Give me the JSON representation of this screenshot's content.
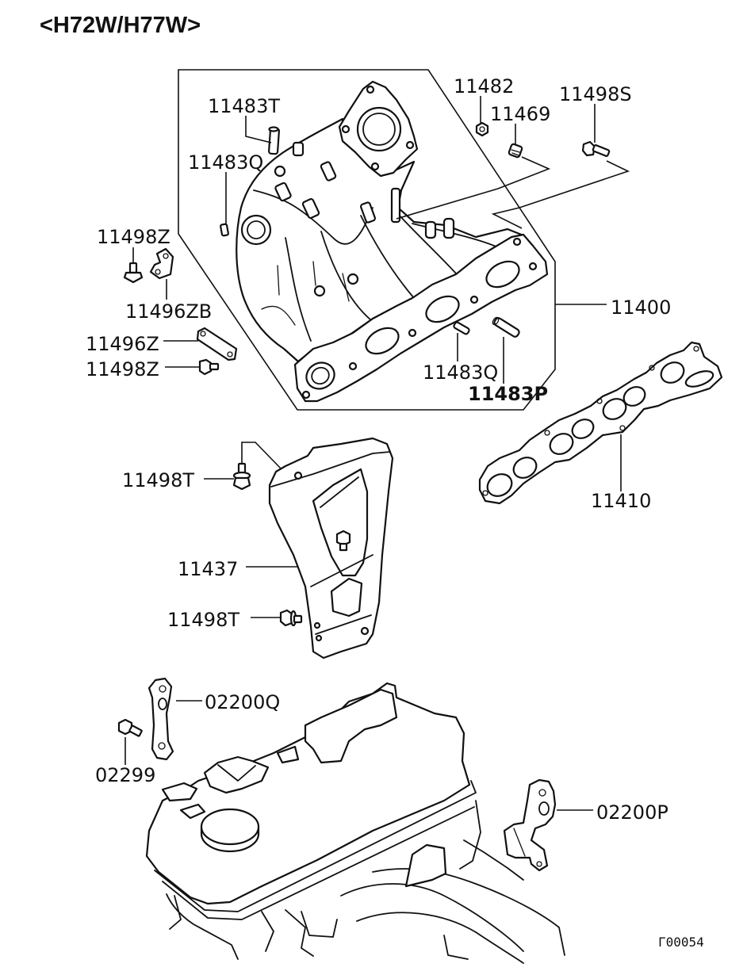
{
  "header": {
    "model_code": "<H72W/H77W>"
  },
  "callouts": [
    {
      "part_number": "11483T"
    },
    {
      "part_number": "11482"
    },
    {
      "part_number": "11469"
    },
    {
      "part_number": "11498S"
    },
    {
      "part_number": "11483Q"
    },
    {
      "part_number": "11498Z"
    },
    {
      "part_number": "11496ZB"
    },
    {
      "part_number": "11400"
    },
    {
      "part_number": "11496Z"
    },
    {
      "part_number": "11498Z"
    },
    {
      "part_number": "11483Q"
    },
    {
      "part_number": "11483P"
    },
    {
      "part_number": "11498T"
    },
    {
      "part_number": "11410"
    },
    {
      "part_number": "11437"
    },
    {
      "part_number": "11498T"
    },
    {
      "part_number": "02200Q"
    },
    {
      "part_number": "02299"
    },
    {
      "part_number": "02200P"
    }
  ],
  "footer": {
    "figure_code": "Γ00054"
  }
}
